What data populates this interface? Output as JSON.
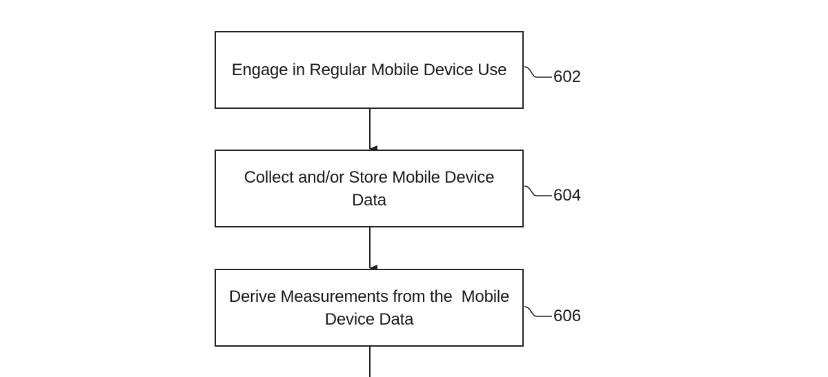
{
  "steps": [
    {
      "id": "602",
      "text": "Engage in Regular Mobile Device Use"
    },
    {
      "id": "604",
      "text": "Collect and/or Store Mobile Device Data"
    },
    {
      "id": "606",
      "text": "Derive Measurements from the  Mobile Device Data"
    }
  ],
  "colors": {
    "stroke": "#222222",
    "text": "#1a1a1a",
    "background": "#ffffff"
  }
}
